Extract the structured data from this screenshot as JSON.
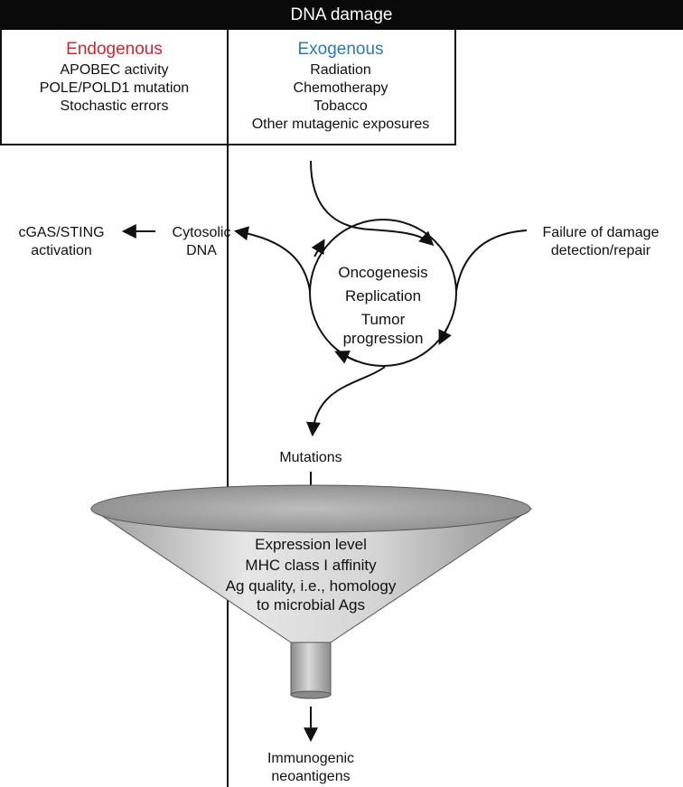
{
  "damage_box": {
    "title": "DNA damage",
    "endogenous": {
      "title": "Endogenous",
      "color": "#d9232e",
      "items": [
        "APOBEC activity",
        "POLE/POLD1 mutation",
        "Stochastic errors"
      ]
    },
    "exogenous": {
      "title": "Exogenous",
      "color": "#2a78bd",
      "items": [
        "Radiation",
        "Chemotherapy",
        "Tobacco",
        "Other mutagenic exposures"
      ]
    }
  },
  "cycle": {
    "lines": [
      "Oncogenesis",
      "Replication",
      "Tumor",
      "progression"
    ]
  },
  "cytosolic": [
    "Cytosolic",
    "DNA"
  ],
  "cgas": [
    "cGAS/STING",
    "activation"
  ],
  "failure": [
    "Failure of damage",
    "detection/repair"
  ],
  "mutations": "Mutations",
  "funnel": {
    "lines": [
      "Expression level",
      "MHC class I affinity",
      "Ag quality, i.e., homology",
      "to microbial Ags"
    ]
  },
  "output": [
    "Immunogenic",
    "neoantigens"
  ]
}
